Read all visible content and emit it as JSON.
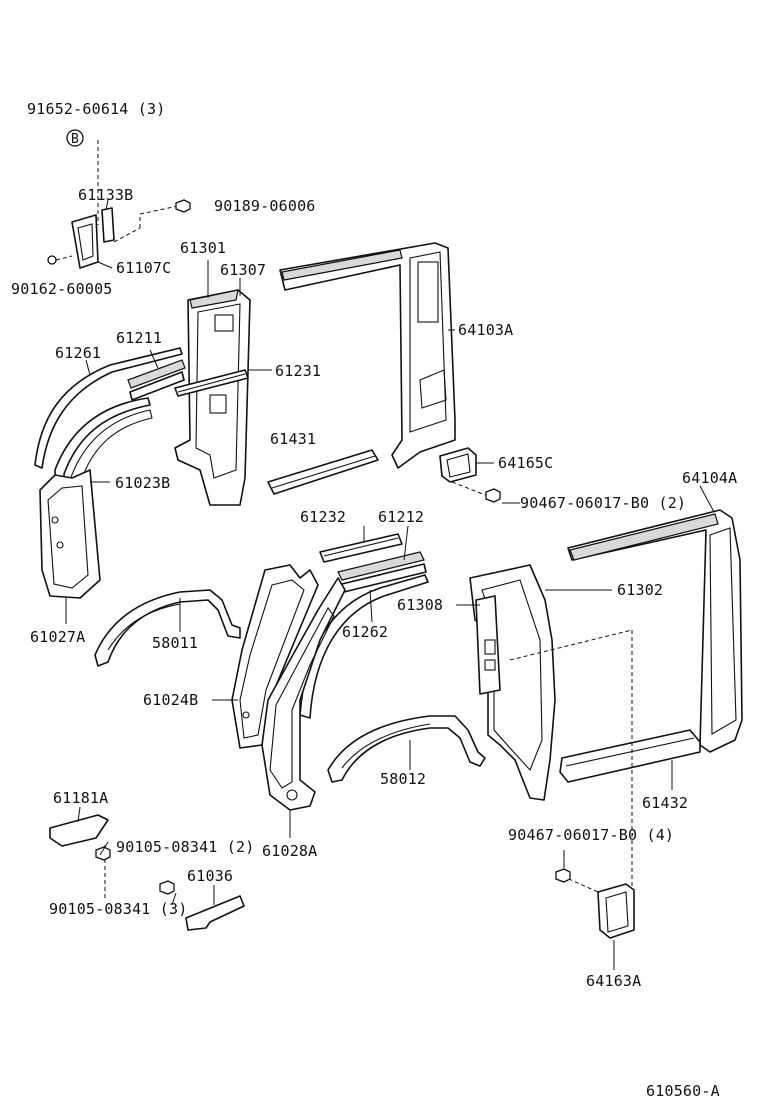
{
  "diagram_id": "610560-A",
  "parts": {
    "p91652": "91652-60614 (3)",
    "p61133B": "61133B",
    "p90189": "90189-06006",
    "p61107C": "61107C",
    "p90162": "90162-60005",
    "p61301": "61301",
    "p61307": "61307",
    "p64103A": "64103A",
    "p61211": "61211",
    "p61261": "61261",
    "p61231": "61231",
    "p61431": "61431",
    "p64165C": "64165C",
    "p61023B": "61023B",
    "p90467a": "90467-06017-B0 (2)",
    "p64104A": "64104A",
    "p61232": "61232",
    "p61212": "61212",
    "p61302": "61302",
    "p61308": "61308",
    "p61262": "61262",
    "p61027A": "61027A",
    "p58011": "58011",
    "p61024B": "61024B",
    "p58012": "58012",
    "p61432": "61432",
    "p61181A": "61181A",
    "p90105a": "90105-08341 (2)",
    "p61028A": "61028A",
    "p90467b": "90467-06017-B0 (4)",
    "p61036": "61036",
    "p90105b": "90105-08341 (3)",
    "p64163A": "64163A"
  }
}
